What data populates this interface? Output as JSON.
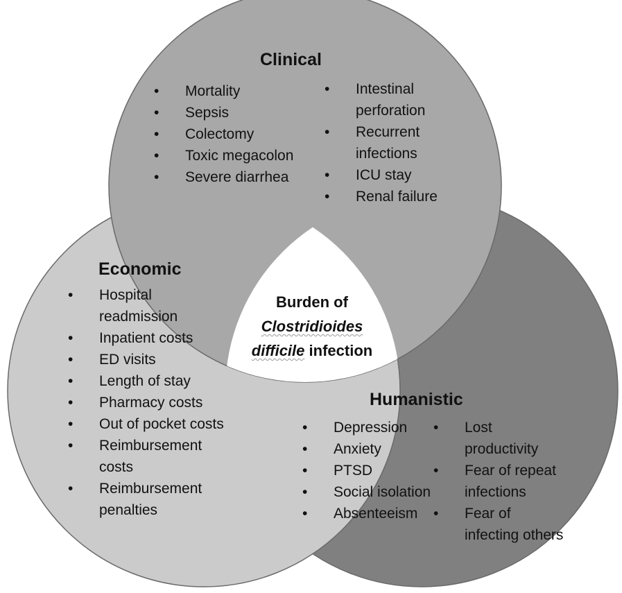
{
  "colors": {
    "clinical": "#a8a8a8",
    "economic": "#cbcbcb",
    "humanistic": "#808080",
    "center": "#ffffff",
    "outline": "#6a6a6a"
  },
  "center": {
    "line1": "Burden of",
    "genus": "Clostridioides",
    "species": "difficile",
    "word": "infection"
  },
  "bullet": "•",
  "clinical": {
    "title": "Clinical",
    "left_items": [
      "Mortality",
      "Sepsis",
      "Colectomy",
      "Toxic megacolon",
      "Severe diarrhea"
    ],
    "right_items": [
      "Intestinal perforation",
      "Recurrent infections",
      "ICU stay",
      "Renal failure"
    ]
  },
  "economic": {
    "title": "Economic",
    "items": [
      "Hospital readmission",
      "Inpatient costs",
      "ED visits",
      "Length of stay",
      "Pharmacy costs",
      "Out of pocket costs",
      "Reimbursement costs",
      "Reimbursement penalties"
    ]
  },
  "humanistic": {
    "title": "Humanistic",
    "left_items": [
      "Depression",
      "Anxiety",
      "PTSD",
      "Social isolation",
      "Absenteeism"
    ],
    "right_items": [
      "Lost productivity",
      "Fear of repeat infections",
      "Fear of infecting others"
    ]
  }
}
